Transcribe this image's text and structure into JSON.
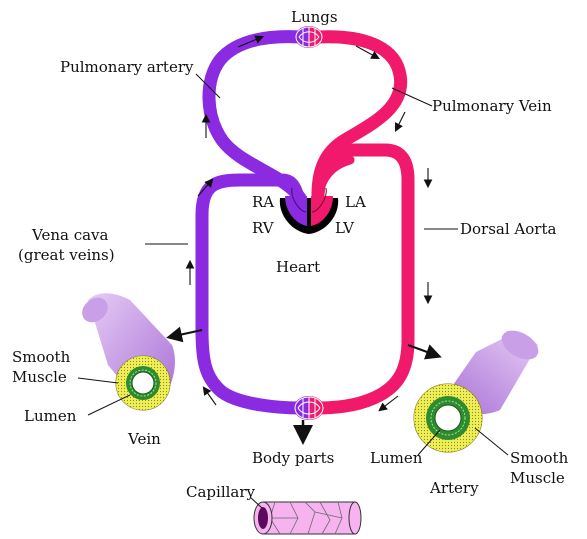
{
  "labels": {
    "lungs": "Lungs",
    "pulmonary_artery": "Pulmonary artery",
    "pulmonary_vein": "Pulmonary Vein",
    "ra": "RA",
    "la": "LA",
    "rv": "RV",
    "lv": "LV",
    "heart": "Heart",
    "vena_cava_1": "Vena cava",
    "vena_cava_2": "(great veins)",
    "dorsal_aorta": "Dorsal Aorta",
    "smooth_muscle_left_1": "Smooth",
    "smooth_muscle_left_2": "Muscle",
    "lumen_left": "Lumen",
    "vein": "Vein",
    "body_parts": "Body parts",
    "lumen_right": "Lumen",
    "artery": "Artery",
    "smooth_muscle_right_1": "Smooth",
    "smooth_muscle_right_2": "Muscle",
    "capillary": "Capillary"
  },
  "colors": {
    "deoxygenated": "#8a2be2",
    "oxygenated": "#f0196b",
    "heart_base": "#000000",
    "muscle_layer": "#e8e84a",
    "inner_layer": "#2e8b2e",
    "vessel_tube": "#c9a0e8",
    "capillary_fill": "#f6b3f0"
  }
}
